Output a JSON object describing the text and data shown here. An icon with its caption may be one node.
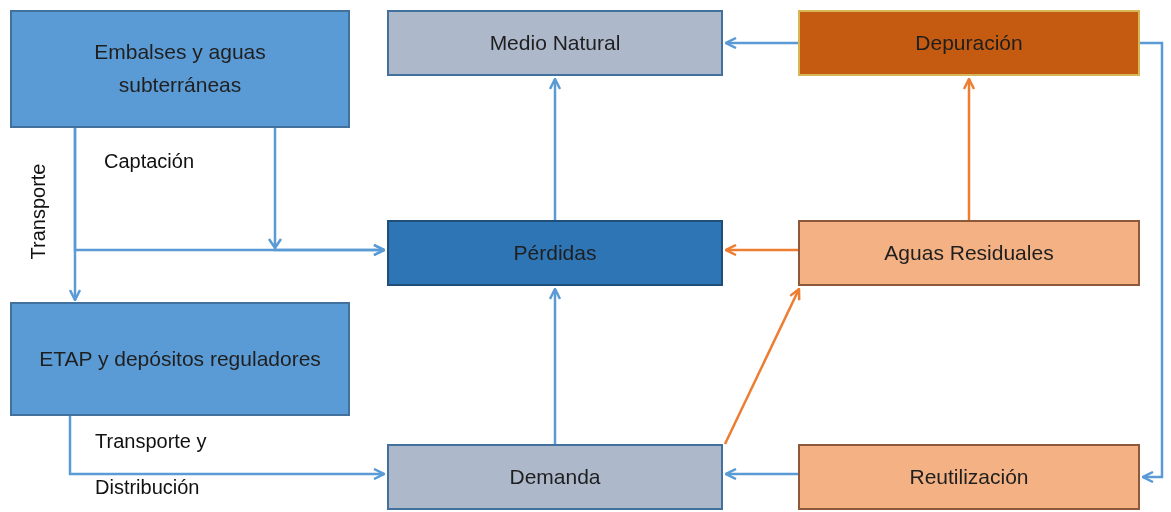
{
  "diagram": {
    "nodes": [
      {
        "text": [
          "Embalses y aguas subterráneas"
        ]
      },
      {
        "text": [
          "Medio Natural"
        ]
      },
      {
        "text": [
          "Depuración"
        ]
      },
      {
        "text": [
          "Pérdidas"
        ]
      },
      {
        "text": [
          "Aguas Residuales"
        ]
      },
      {
        "text": [
          "ETAP y depósitos reguladores"
        ]
      },
      {
        "text": [
          "Demanda"
        ]
      },
      {
        "text": [
          "Reutilización"
        ]
      }
    ],
    "edges": [
      {
        "from": 0,
        "to": 5,
        "arrow": "to",
        "label": "Transporte"
      },
      {
        "from": 0,
        "to": 3,
        "arrow": "to"
      },
      {
        "from": 0,
        "to": 3,
        "arrow": "to",
        "label": "Captación"
      },
      {
        "from": 3,
        "to": 1,
        "arrow": "to"
      },
      {
        "from": 2,
        "to": 1,
        "arrow": "to"
      },
      {
        "from": 2,
        "to": 7,
        "arrow": "to"
      },
      {
        "from": 4,
        "to": 2,
        "arrow": "to",
        "color": "#ed7d31"
      },
      {
        "from": 4,
        "to": 3,
        "arrow": "to",
        "color": "#ed7d31"
      },
      {
        "from": 6,
        "to": 3,
        "arrow": "to"
      },
      {
        "from": 6,
        "to": 4,
        "arrow": "to",
        "color": "#ed7d31"
      },
      {
        "from": 7,
        "to": 6,
        "arrow": "to"
      },
      {
        "from": 5,
        "to": 6,
        "arrow": "to",
        "label": "Transporte y Distribución"
      }
    ]
  }
}
